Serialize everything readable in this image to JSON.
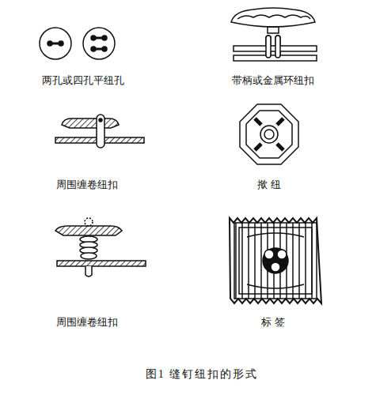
{
  "diagram": {
    "caption": "图1 缝钉纽扣的形式",
    "labels": [
      "两孔或四孔平纽孔",
      "带柄或金属环纽扣",
      "周围缠卷纽扣",
      "揿 纽",
      "周围缠卷纽扣",
      "标 签"
    ]
  }
}
